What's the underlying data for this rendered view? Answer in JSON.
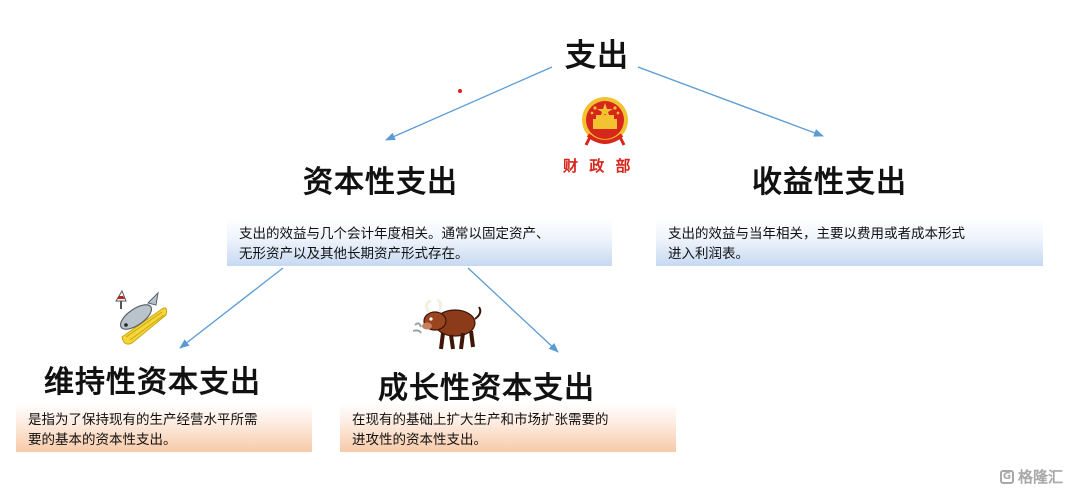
{
  "root": {
    "title": "支出"
  },
  "ministry": {
    "label": "财 政 部",
    "icon": "national-emblem-icon"
  },
  "capital": {
    "title": "资本性支出",
    "description_line1": "支出的效益与几个会计年度相关。通常以固定资产、",
    "description_line2": "无形资产以及其他长期资产形式存在。"
  },
  "revenue": {
    "title": "收益性支出",
    "description_line1": "支出的效益与当年相关，主要以费用或者成本形式",
    "description_line2": "进入利润表。"
  },
  "maintenance": {
    "title": "维持性资本支出",
    "description_line1": "是指为了保持现有的生产经营水平所需",
    "description_line2": "要的基本的资本性支出。",
    "icon": "fish-on-lounger-icon"
  },
  "growth": {
    "title": "成长性资本支出",
    "description_line1": "在现有的基础上扩大生产和市场扩张需要的",
    "description_line2": "进攻性的资本性支出。",
    "icon": "bull-icon"
  },
  "watermark": {
    "text": "格隆汇"
  },
  "colors": {
    "arrow": "#5b9bd5",
    "blue_box": "#c6d9f1",
    "orange_box": "#f7caa8",
    "emblem_red": "#d7261b",
    "emblem_gold": "#f2c230"
  }
}
